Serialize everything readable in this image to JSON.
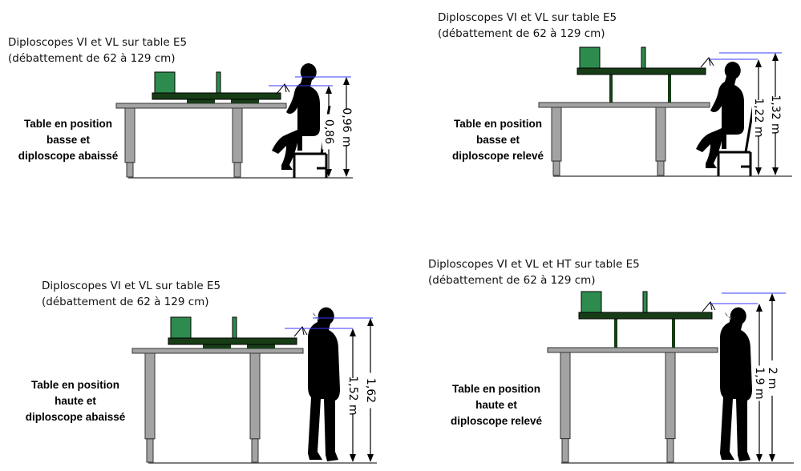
{
  "panels": [
    {
      "title_line1": "Diploscopes VI et VL sur table E5",
      "title_line2": "(débattement de 62 à 129 cm)",
      "side_line1": "Table en position",
      "side_line2": "basse et",
      "side_line3": "diploscope abaissé",
      "dim_inner": "0,86",
      "dim_outer": "0,96 m"
    },
    {
      "title_line1": "Diploscopes VI et VL sur table E5",
      "title_line2": "(débattement de 62 à 129 cm)",
      "side_line1": "Table en position",
      "side_line2": "basse et",
      "side_line3": "diploscope relevé",
      "dim_inner": "1,22 m",
      "dim_outer": "1,32 m"
    },
    {
      "title_line1": "Diploscopes VI et VL sur table E5",
      "title_line2": "(débattement de 62 à 129 cm)",
      "side_line1": "Table en position",
      "side_line2": "haute et",
      "side_line3": "diploscope abaissé",
      "dim_inner": "1,52 m",
      "dim_outer": "1,62"
    },
    {
      "title_line1": "Diploscopes VI et VL et HT sur table E5",
      "title_line2": "(débattement de 62 à 129 cm)",
      "side_line1": "Table en position",
      "side_line2": "haute et",
      "side_line3": "diploscope relevé",
      "dim_inner": "1,9 m",
      "dim_outer": "2 m"
    }
  ],
  "colors": {
    "table": "#a3a3a3",
    "plate": "#173d17",
    "box": "#2e8b4e",
    "guide": "#3a3aff"
  }
}
